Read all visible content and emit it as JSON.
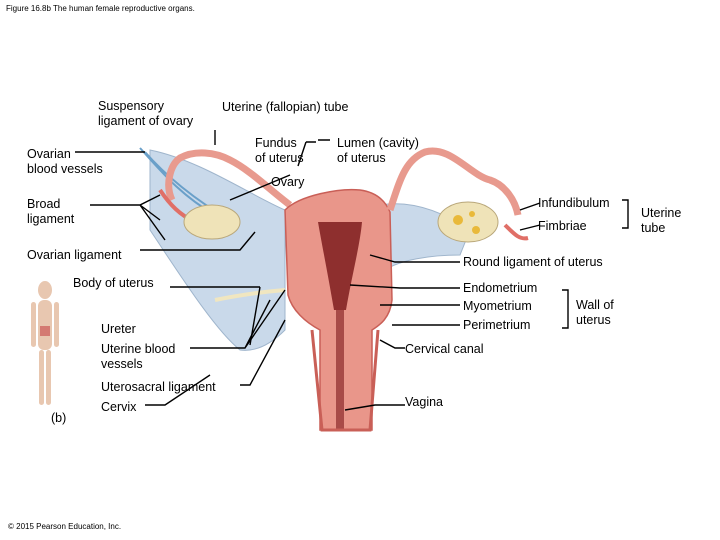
{
  "caption": "Figure 16.8b The human female reproductive organs.",
  "copyright": "© 2015 Pearson Education, Inc.",
  "panel_letter": "(b)",
  "labels": {
    "suspensory": "Suspensory\nligament of ovary",
    "uterine_tube": "Uterine (fallopian) tube",
    "ovarian_vessels": "Ovarian\nblood vessels",
    "fundus": "Fundus\nof uterus",
    "lumen": "Lumen (cavity)\nof uterus",
    "ovary": "Ovary",
    "broad_ligament": "Broad\nligament",
    "infundibulum": "Infundibulum",
    "fimbriae": "Fimbriae",
    "uterine_tube_group": "Uterine\ntube",
    "ovarian_ligament": "Ovarian ligament",
    "round_ligament": "Round ligament of uterus",
    "body_of_uterus": "Body of uterus",
    "endometrium": "Endometrium",
    "myometrium": "Myometrium",
    "perimetrium": "Perimetrium",
    "wall_of_uterus": "Wall of\nuterus",
    "ureter": "Ureter",
    "uterine_blood_vessels": "Uterine blood\nvessels",
    "cervical_canal": "Cervical canal",
    "uterosacral": "Uterosacral ligament",
    "cervix": "Cervix",
    "vagina": "Vagina"
  },
  "colors": {
    "uterus": "#e9968a",
    "uterus_dark": "#c95f57",
    "lumen": "#8e2f2e",
    "ligament": "#c9d9ea",
    "tube": "#e89a8e",
    "ovary": "#efe3b8",
    "vessels": "#6aa0c9"
  }
}
